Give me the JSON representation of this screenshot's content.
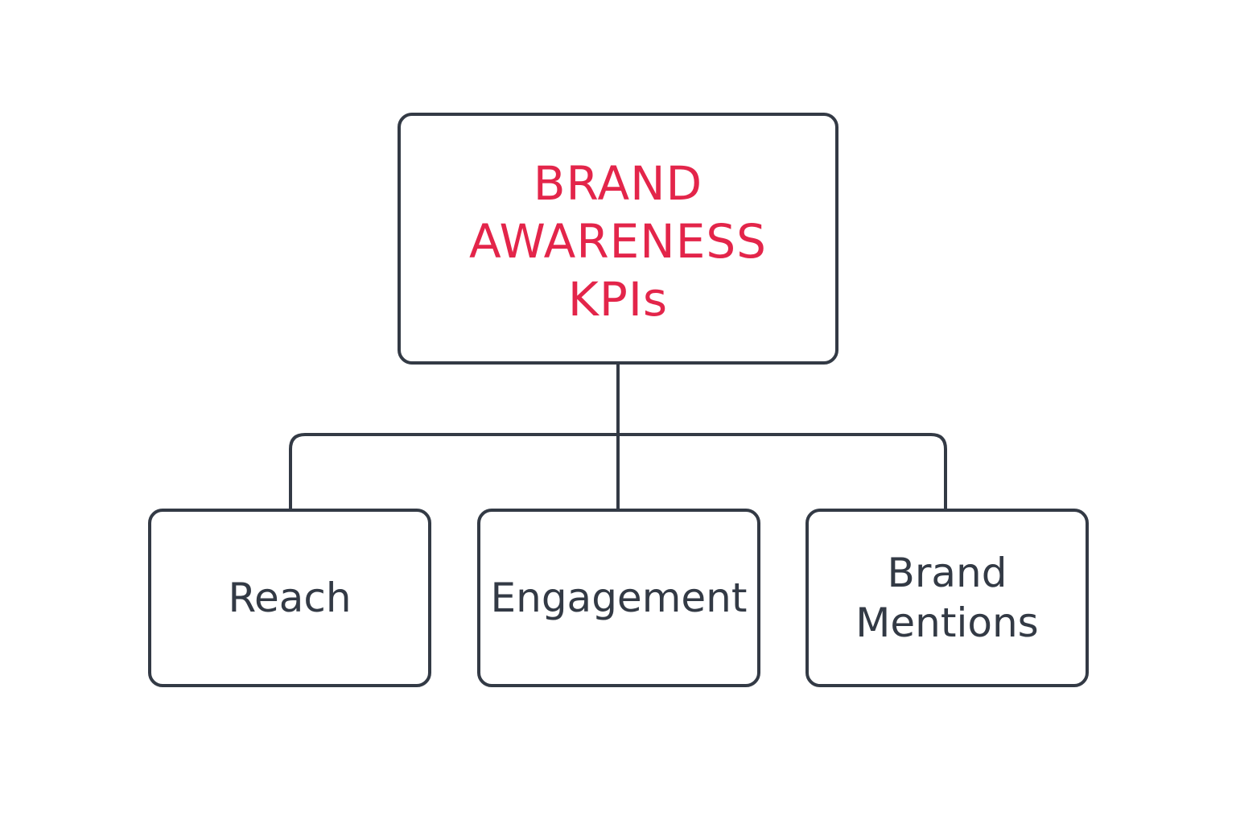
{
  "diagram": {
    "root": {
      "label": "BRAND\nAWARENESS\nKPIs"
    },
    "children": [
      {
        "id": "reach",
        "label": "Reach"
      },
      {
        "id": "engagement",
        "label": "Engagement"
      },
      {
        "id": "brand-mentions",
        "label": "Brand\nMentions"
      }
    ]
  },
  "colors": {
    "accent": "#e3254a",
    "ink": "#333a45",
    "background": "#ffffff"
  }
}
